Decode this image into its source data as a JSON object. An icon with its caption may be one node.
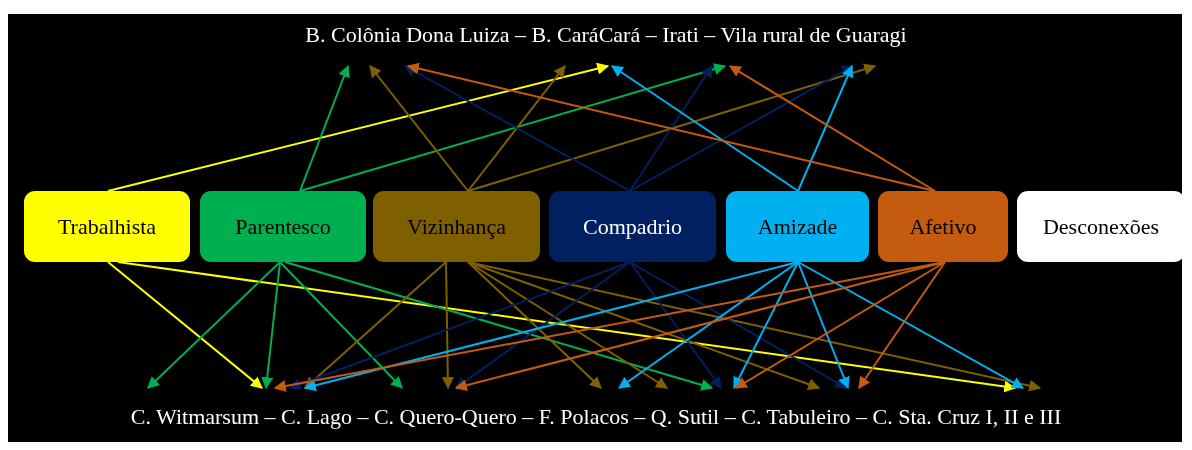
{
  "diagram": {
    "nodes": [
      {
        "text": [
          "B. Colônia Dona Luiza – B. CaráCará – Irati – Vila rural de Guaragi"
        ]
      },
      {
        "text": [
          "Trabalhista"
        ]
      },
      {
        "text": [
          "Parentesco"
        ]
      },
      {
        "text": [
          "Vizinhança"
        ]
      },
      {
        "text": [
          "Compadrio"
        ]
      },
      {
        "text": [
          "Amizade"
        ]
      },
      {
        "text": [
          "Afetivo"
        ]
      },
      {
        "text": [
          "Desconexões"
        ]
      },
      {
        "text": [
          "C. Witmarsum – C. Lago – C. Quero-Quero – F. Polacos – Q. Sutil – C. Tabuleiro – C. Sta. Cruz I, II e III"
        ]
      }
    ],
    "edges": [
      {
        "from": 1,
        "to": 0,
        "arrow": "to",
        "color": "#ffff00"
      },
      {
        "from": 1,
        "to": 8,
        "arrow": "to",
        "color": "#ffff00"
      },
      {
        "from": 1,
        "to": 8,
        "arrow": "to",
        "color": "#ffff00"
      },
      {
        "from": 2,
        "to": 0,
        "arrow": "to",
        "color": "#00b050"
      },
      {
        "from": 2,
        "to": 0,
        "arrow": "to",
        "color": "#00b050"
      },
      {
        "from": 2,
        "to": 8,
        "arrow": "to",
        "color": "#00b050"
      },
      {
        "from": 2,
        "to": 8,
        "arrow": "to",
        "color": "#00b050"
      },
      {
        "from": 2,
        "to": 8,
        "arrow": "to",
        "color": "#00b050"
      },
      {
        "from": 2,
        "to": 8,
        "arrow": "to",
        "color": "#00b050"
      },
      {
        "from": 3,
        "to": 0,
        "arrow": "to",
        "color": "#7f6000"
      },
      {
        "from": 3,
        "to": 0,
        "arrow": "to",
        "color": "#7f6000"
      },
      {
        "from": 3,
        "to": 0,
        "arrow": "to",
        "color": "#7f6000"
      },
      {
        "from": 3,
        "to": 8,
        "arrow": "to",
        "color": "#7f6000"
      },
      {
        "from": 3,
        "to": 8,
        "arrow": "to",
        "color": "#7f6000"
      },
      {
        "from": 3,
        "to": 8,
        "arrow": "to",
        "color": "#7f6000"
      },
      {
        "from": 3,
        "to": 8,
        "arrow": "to",
        "color": "#7f6000"
      },
      {
        "from": 3,
        "to": 8,
        "arrow": "to",
        "color": "#7f6000"
      },
      {
        "from": 3,
        "to": 8,
        "arrow": "to",
        "color": "#7f6000"
      },
      {
        "from": 4,
        "to": 0,
        "arrow": "to",
        "color": "#002060"
      },
      {
        "from": 4,
        "to": 0,
        "arrow": "to",
        "color": "#002060"
      },
      {
        "from": 4,
        "to": 0,
        "arrow": "to",
        "color": "#002060"
      },
      {
        "from": 4,
        "to": 8,
        "arrow": "to",
        "color": "#002060"
      },
      {
        "from": 4,
        "to": 8,
        "arrow": "to",
        "color": "#002060"
      },
      {
        "from": 4,
        "to": 8,
        "arrow": "to",
        "color": "#002060"
      },
      {
        "from": 4,
        "to": 8,
        "arrow": "to",
        "color": "#002060"
      },
      {
        "from": 5,
        "to": 0,
        "arrow": "to",
        "color": "#00b0f0"
      },
      {
        "from": 5,
        "to": 0,
        "arrow": "to",
        "color": "#00b0f0"
      },
      {
        "from": 5,
        "to": 8,
        "arrow": "to",
        "color": "#00b0f0"
      },
      {
        "from": 5,
        "to": 8,
        "arrow": "to",
        "color": "#00b0f0"
      },
      {
        "from": 5,
        "to": 8,
        "arrow": "to",
        "color": "#00b0f0"
      },
      {
        "from": 5,
        "to": 8,
        "arrow": "to",
        "color": "#00b0f0"
      },
      {
        "from": 5,
        "to": 8,
        "arrow": "to",
        "color": "#00b0f0"
      },
      {
        "from": 6,
        "to": 0,
        "arrow": "to",
        "color": "#c55a11"
      },
      {
        "from": 6,
        "to": 0,
        "arrow": "to",
        "color": "#c55a11"
      },
      {
        "from": 6,
        "to": 8,
        "arrow": "to",
        "color": "#c55a11"
      },
      {
        "from": 6,
        "to": 8,
        "arrow": "to",
        "color": "#c55a11"
      },
      {
        "from": 6,
        "to": 8,
        "arrow": "to",
        "color": "#c55a11"
      },
      {
        "from": 6,
        "to": 8,
        "arrow": "to",
        "color": "#c55a11"
      }
    ]
  }
}
